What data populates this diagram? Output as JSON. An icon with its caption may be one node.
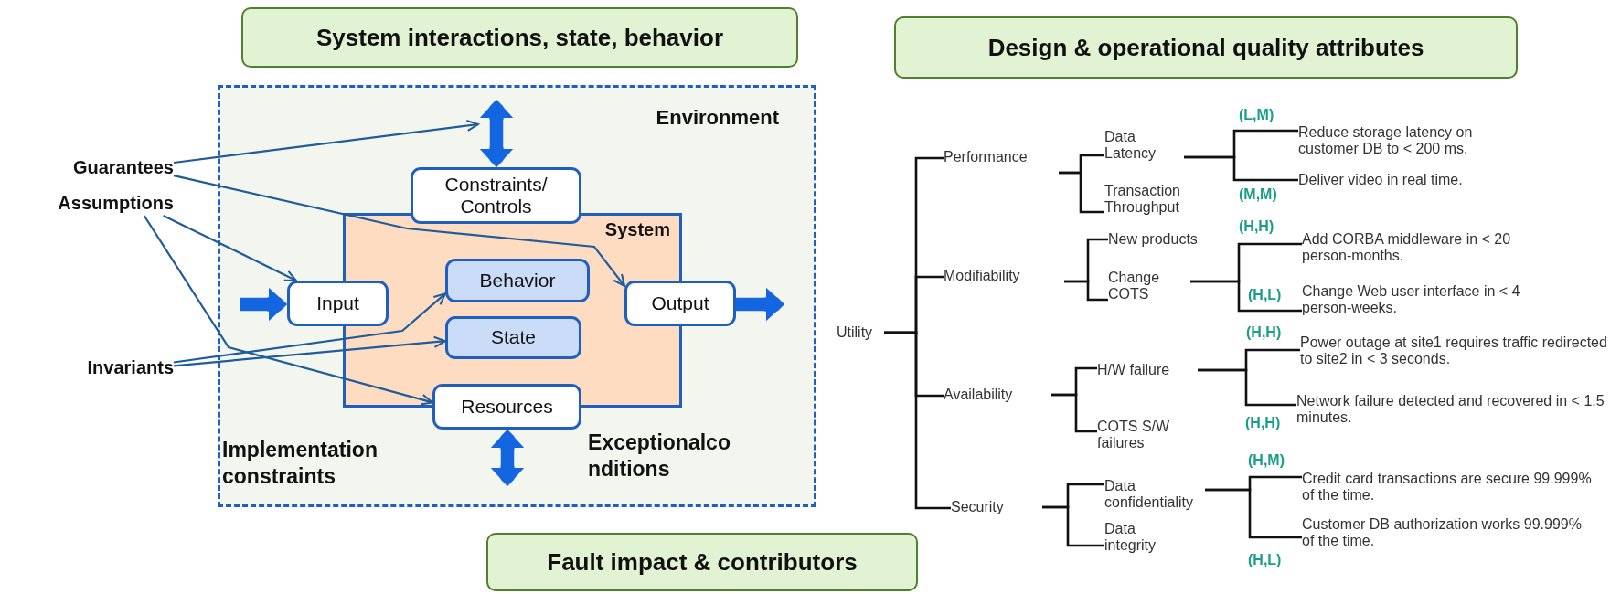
{
  "diagram": {
    "nodes": [
      {
        "text": [
          "System interactions, state, behavior"
        ]
      },
      {
        "text": [
          "Design & operational quality attributes"
        ]
      },
      {
        "text": [
          "Guarantees"
        ]
      },
      {
        "text": [
          "Assumptions"
        ]
      },
      {
        "text": [
          "Invariants"
        ]
      },
      {
        "text": [
          "Environment"
        ]
      },
      {
        "text": [
          "Constraints/ Controls"
        ],
        "in": 5
      },
      {
        "text": [
          "System"
        ],
        "in": 5
      },
      {
        "text": [
          "Input"
        ],
        "in": 5
      },
      {
        "text": [
          "Behavior"
        ],
        "in": 7
      },
      {
        "text": [
          "Output"
        ],
        "in": 5
      },
      {
        "text": [
          "State"
        ],
        "in": 7
      },
      {
        "text": [
          "Resources"
        ],
        "in": 5
      },
      {
        "text": [
          "Utility"
        ]
      },
      {
        "text": [
          "Performance"
        ]
      },
      {
        "text": [
          "Modifiability"
        ]
      },
      {
        "text": [
          "Availability"
        ]
      },
      {
        "text": [
          "Security"
        ]
      },
      {
        "text": [
          "Data Latency"
        ]
      },
      {
        "text": [
          "Transaction Throughput"
        ]
      },
      {
        "text": [
          "New products"
        ]
      },
      {
        "text": [
          "Change COTS"
        ]
      },
      {
        "text": [
          "H/W failure"
        ]
      },
      {
        "text": [
          "COTS S/W failures"
        ]
      },
      {
        "text": [
          "Data confidentiality"
        ]
      },
      {
        "text": [
          "Data integrity"
        ]
      },
      {
        "text": [
          "Reduce storage latency on customer DB to < 200 ms."
        ],
        "beside": [
          "(L,M)"
        ]
      },
      {
        "text": [
          "Deliver video in real time."
        ],
        "beside": [
          "(M,M)"
        ]
      },
      {
        "text": [
          "Add CORBA middleware in < 20 person-months."
        ],
        "beside": [
          "(H,H)"
        ]
      },
      {
        "text": [
          "Change Web user interface in < 4 person-weeks."
        ],
        "beside": [
          "(H,L)"
        ]
      },
      {
        "text": [
          "Power outage at site1 requires traffic redirected to site2 in < 3 seconds."
        ],
        "beside": [
          "(H,H)"
        ]
      },
      {
        "text": [
          "Network failure detected and recovered in < 1.5 minutes."
        ],
        "beside": [
          "(H,H)"
        ]
      },
      {
        "text": [
          "Credit card transactions are secure 99.999% of the time."
        ],
        "beside": [
          "(H,M)"
        ]
      },
      {
        "text": [
          "Customer DB authorization works 99.999% of the time."
        ],
        "beside": [
          "(H,L)"
        ]
      },
      {
        "text": [
          "Fault impact & contributors"
        ]
      }
    ],
    "edges": [
      {
        "from": null,
        "to": 8,
        "arrow": "to",
        "style": "thick",
        "color": "#1466e0"
      },
      {
        "from": 10,
        "to": 5,
        "arrow": "to",
        "style": "thick",
        "color": "#1466e0"
      },
      {
        "from": 5,
        "to": 6,
        "arrow": "both",
        "style": "thick",
        "color": "#1466e0"
      },
      {
        "from": 12,
        "to": 5,
        "arrow": "both",
        "style": "thick",
        "color": "#1466e0"
      },
      {
        "from": 2,
        "to": 5,
        "arrow": "to",
        "color": "#1f5c99"
      },
      {
        "from": 2,
        "to": 10,
        "arrow": "to",
        "color": "#1f5c99"
      },
      {
        "from": 3,
        "to": 8,
        "arrow": "to",
        "color": "#1f5c99"
      },
      {
        "from": 3,
        "to": 12,
        "arrow": "to",
        "color": "#1f5c99"
      },
      {
        "from": 4,
        "to": 9,
        "arrow": "to",
        "color": "#1f5c99"
      },
      {
        "from": 4,
        "to": 11,
        "arrow": "to",
        "color": "#1f5c99"
      },
      {
        "from": 13,
        "to": 14,
        "arrow": "none"
      },
      {
        "from": 13,
        "to": 15,
        "arrow": "none"
      },
      {
        "from": 13,
        "to": 16,
        "arrow": "none"
      },
      {
        "from": 13,
        "to": 17,
        "arrow": "none"
      },
      {
        "from": 14,
        "to": 18,
        "arrow": "none"
      },
      {
        "from": 14,
        "to": 19,
        "arrow": "none"
      },
      {
        "from": 15,
        "to": 20,
        "arrow": "none"
      },
      {
        "from": 15,
        "to": 21,
        "arrow": "none"
      },
      {
        "from": 16,
        "to": 22,
        "arrow": "none"
      },
      {
        "from": 16,
        "to": 23,
        "arrow": "none"
      },
      {
        "from": 17,
        "to": 24,
        "arrow": "none"
      },
      {
        "from": 17,
        "to": 25,
        "arrow": "none"
      },
      {
        "from": 18,
        "to": 26,
        "arrow": "none"
      },
      {
        "from": 18,
        "to": 27,
        "arrow": "none"
      },
      {
        "from": 21,
        "to": 28,
        "arrow": "none"
      },
      {
        "from": 21,
        "to": 29,
        "arrow": "none"
      },
      {
        "from": 22,
        "to": 30,
        "arrow": "none"
      },
      {
        "from": 22,
        "to": 31,
        "arrow": "none"
      },
      {
        "from": 24,
        "to": 32,
        "arrow": "none"
      },
      {
        "from": 24,
        "to": 33,
        "arrow": "none"
      }
    ],
    "labels": [
      "Implementation constraints",
      "Exceptionalco nditions"
    ]
  }
}
